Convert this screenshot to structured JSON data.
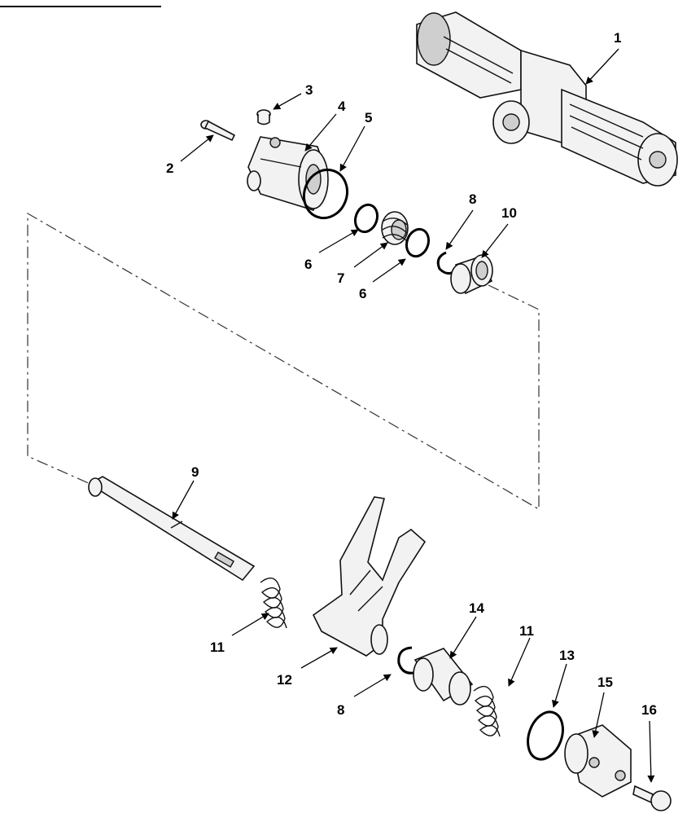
{
  "callouts": {
    "c1": "1",
    "c2": "2",
    "c3": "3",
    "c4": "4",
    "c5": "5",
    "c6a": "6",
    "c6b": "6",
    "c7": "7",
    "c8a": "8",
    "c10": "10",
    "c9": "9",
    "c11a": "11",
    "c11b": "11",
    "c12": "12",
    "c8b": "8",
    "c14": "14",
    "c13": "13",
    "c15": "15",
    "c16": "16"
  },
  "colors": {
    "ink": "#000000",
    "part_fill": "#f2f2f2",
    "shade": "#cfcfcf"
  }
}
